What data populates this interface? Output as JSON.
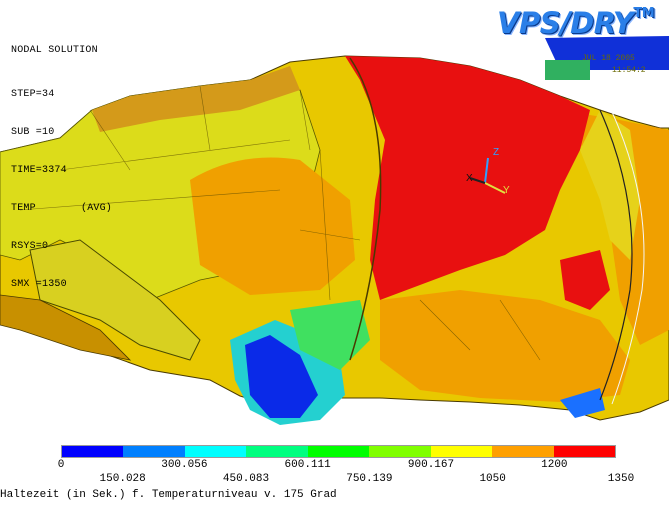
{
  "info_panel": {
    "title": "NODAL SOLUTION",
    "step": "STEP=34",
    "sub": "SUB =10",
    "time": "TIME=3374",
    "temp": "TEMP",
    "avg": "(AVG)",
    "rsys": "RSYS=0",
    "smx": "SMX =1350"
  },
  "brand": {
    "text": "VPS/DRY",
    "trademark": "TM",
    "color": "#2a7fe8"
  },
  "timestamp": {
    "date": "JUL 18 2005",
    "time": "11:54:2"
  },
  "axes": {
    "x_label": "X",
    "y_label": "Y",
    "z_label": "Z"
  },
  "legend": {
    "colors": [
      "#0000ff",
      "#0080ff",
      "#00ffff",
      "#00ff80",
      "#00ff00",
      "#80ff00",
      "#ffff00",
      "#ffa000",
      "#ff0000"
    ],
    "upper_labels": [
      "0",
      "300.056",
      "600.111",
      "900.167",
      "1200"
    ],
    "lower_labels": [
      "150.028",
      "450.083",
      "750.139",
      "1050",
      "1350"
    ]
  },
  "caption": "Haltezeit (in Sek.) f. Temperaturniveau v. 175 Grad"
}
